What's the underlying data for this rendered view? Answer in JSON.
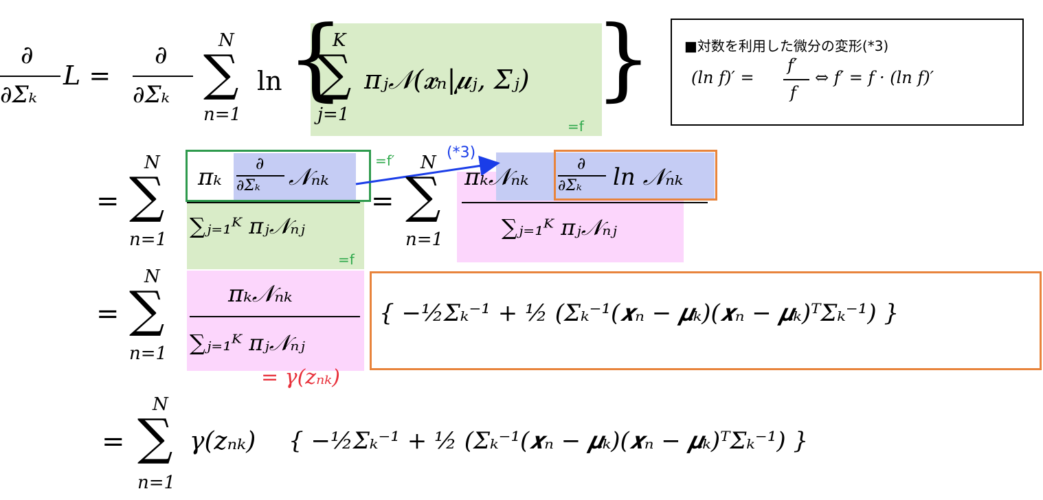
{
  "note": {
    "title": "■対数を利用した微分の変形(*3)",
    "formula": "(ln f)′ = f′/f ⇔ f′ = f · (ln f)′",
    "lhs": "(ln f)′ =",
    "frac_num": "f′",
    "frac_den": "f",
    "rhs": "⇔ f′ = f · (ln f)′"
  },
  "annotations": {
    "eq_f_1": "=f",
    "eq_fprime": "=f′",
    "ref_star3": "(*3)",
    "eq_f_2": "=f",
    "gamma": "= γ(zₙₖ)"
  },
  "line1": {
    "partial": "∂",
    "dSigma": "∂Σₖ",
    "L": "L =",
    "partial2": "∂",
    "dSigma2": "∂Σₖ",
    "sum_top": "N",
    "sum_bot": "n=1",
    "ln": "ln",
    "inner_top": "K",
    "inner_bot": "j=1",
    "inner_body": "πⱼ𝒩(𝒙ₙ|𝝁ⱼ, Σⱼ)"
  },
  "line2": {
    "eq": "=",
    "sum_top": "N",
    "sum_bot": "n=1",
    "num_left": "πₖ",
    "num_left_frac_top": "∂",
    "num_left_frac_bot": "∂Σₖ",
    "num_left_N": "𝒩ₙₖ",
    "den_left": "∑ⱼ₌₁ᴷ πⱼ𝒩ₙⱼ",
    "eq2": "=",
    "sum2_top": "N",
    "sum2_bot": "n=1",
    "num_right": "πₖ𝒩ₙₖ",
    "num_right_frac_top": "∂",
    "num_right_frac_bot": "∂Σₖ",
    "num_right_ln": "ln 𝒩ₙₖ",
    "den_right": "∑ⱼ₌₁ᴷ πⱼ𝒩ₙⱼ"
  },
  "line3": {
    "eq": "=",
    "sum_top": "N",
    "sum_bot": "n=1",
    "num": "πₖ𝒩ₙₖ",
    "den": "∑ⱼ₌₁ᴷ πⱼ𝒩ₙⱼ",
    "bracket": "{ −½Σₖ⁻¹ + ½ (Σₖ⁻¹(𝒙ₙ − 𝝁ₖ)(𝒙ₙ − 𝝁ₖ)ᵀΣₖ⁻¹) }"
  },
  "line4": {
    "eq": "=",
    "sum_top": "N",
    "sum_bot": "n=1",
    "gamma": "γ(zₙₖ)",
    "bracket": "{ −½Σₖ⁻¹ + ½ (Σₖ⁻¹(𝒙ₙ − 𝝁ₖ)(𝒙ₙ − 𝝁ₖ)ᵀΣₖ⁻¹) }"
  },
  "colors": {
    "green_highlight": "#d9ecc8",
    "blue_highlight": "#c5ccf4",
    "pink_highlight": "#fcd6fc",
    "green_box": "#2e9a4d",
    "orange_box": "#e8843c",
    "arrow": "#1a3de8",
    "red": "#e8303a"
  }
}
